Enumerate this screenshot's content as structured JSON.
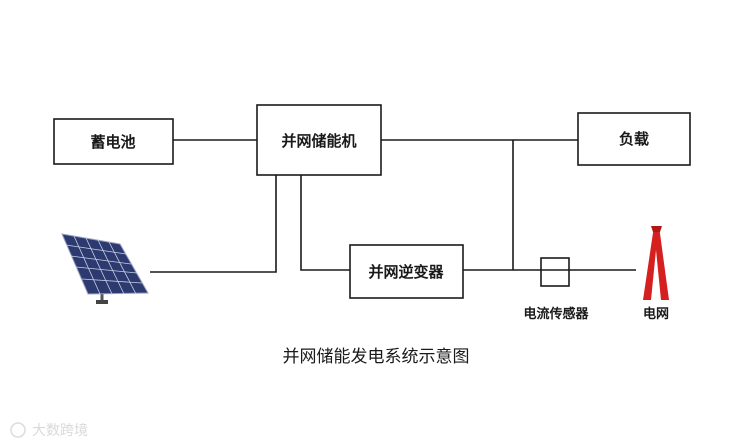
{
  "nodes": {
    "battery": "蓄电池",
    "storage_unit": "并网储能机",
    "load": "负载",
    "inverter": "并网逆变器",
    "current_sensor": "电流传感器",
    "grid": "电网"
  },
  "icons": {
    "solar_panel": "solar-panel-icon",
    "grid_tower": "power-tower-icon",
    "sensor": "current-sensor-icon"
  },
  "caption": "并网储能发电系统示意图",
  "watermark": "大数跨境",
  "colors": {
    "line": "#1a1a1a",
    "grid_tower": "#d61f1f",
    "panel": "#2c3a70"
  }
}
